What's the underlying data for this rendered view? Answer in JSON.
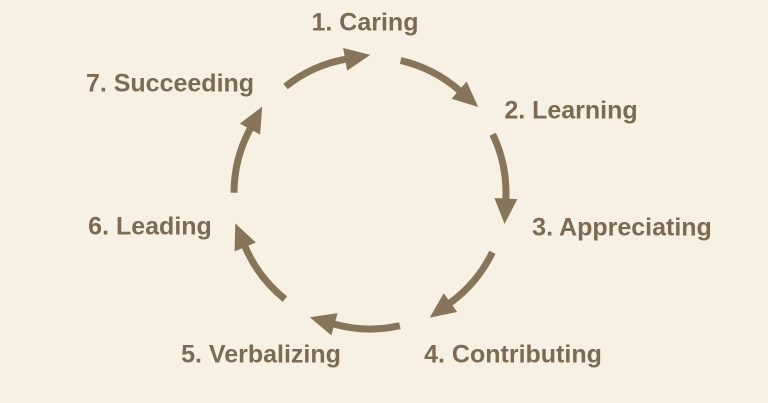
{
  "diagram": {
    "type": "cycle",
    "direction": "clockwise",
    "steps": [
      {
        "number": "1",
        "label": "1. Caring"
      },
      {
        "number": "2",
        "label": "2. Learning"
      },
      {
        "number": "3",
        "label": "3. Appreciating"
      },
      {
        "number": "4",
        "label": "4. Contributing"
      },
      {
        "number": "5",
        "label": "5. Verbalizing"
      },
      {
        "number": "6",
        "label": "6. Leading"
      },
      {
        "number": "7",
        "label": "7. Succeeding"
      }
    ],
    "colors": {
      "background": "#f8f0e3",
      "text": "#7b6b54",
      "arrow": "#86755a"
    }
  }
}
